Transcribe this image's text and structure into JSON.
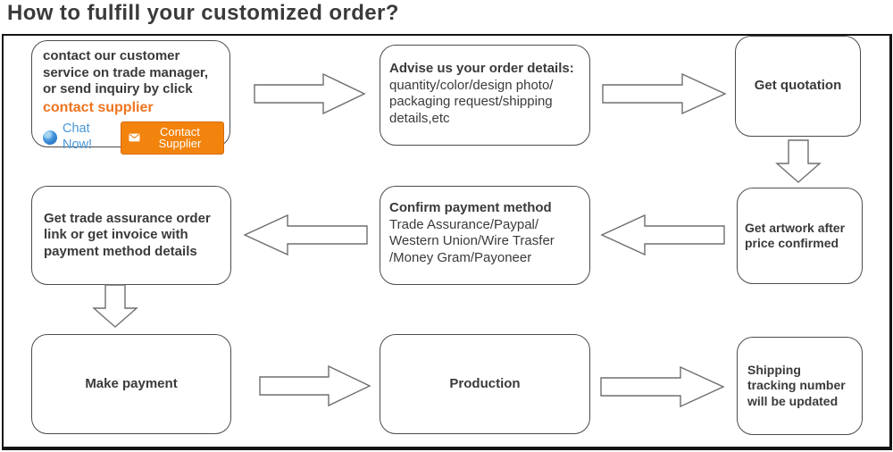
{
  "title": "How to fulfill your customized order?",
  "steps": {
    "step1": {
      "lines": [
        "contact our customer",
        "service on trade manager,",
        "or send inquiry by click"
      ],
      "highlight": "contact supplier",
      "chat_now": "Chat Now!",
      "contact_button": "Contact Supplier"
    },
    "step2": {
      "heading": "Advise us your order details:",
      "lines": [
        "quantity/color/design photo/",
        "packaging request/shipping",
        "details,etc"
      ]
    },
    "step3": {
      "label": "Get quotation"
    },
    "step4": {
      "lines": [
        "Get artwork after",
        "price confirmed"
      ]
    },
    "step5": {
      "heading": "Confirm payment method",
      "lines": [
        "Trade Assurance/Paypal/",
        "Western Union/Wire Trasfer",
        "/Money Gram/Payoneer"
      ]
    },
    "step6": {
      "lines": [
        "Get trade assurance order",
        "link or get invoice with",
        "payment method details"
      ]
    },
    "step7": {
      "label": "Make payment"
    },
    "step8": {
      "label": "Production"
    },
    "step9": {
      "lines": [
        "Shipping",
        "tracking number",
        "will be updated"
      ]
    }
  },
  "icons": {
    "chat_now": "trademanager-chat-icon (blue circle)",
    "contact_supplier": "envelope-icon (white envelope)"
  },
  "colors": {
    "accent_orange_text": "#EE7420",
    "button_orange": "#F2830D",
    "link_blue": "#4896D8",
    "frame_border": "#141414"
  }
}
